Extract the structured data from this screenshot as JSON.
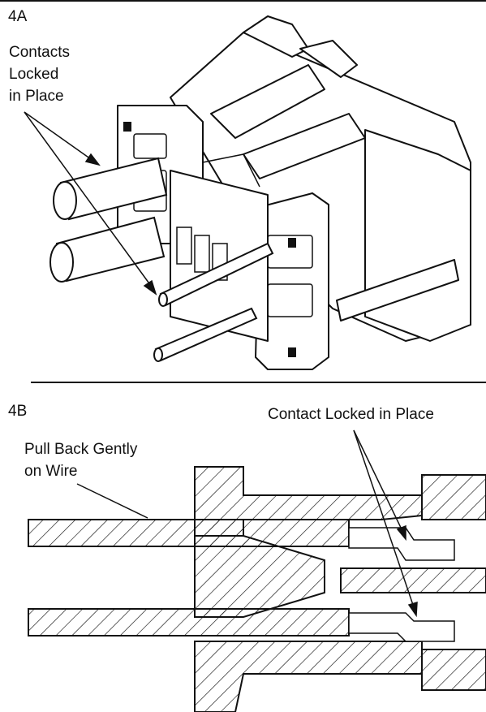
{
  "panel_a": {
    "tag": "4A",
    "callout_lines": [
      "Contacts",
      "Locked",
      "in Place"
    ]
  },
  "panel_b": {
    "tag": "4B",
    "callout_contact": "Contact Locked in Place",
    "callout_pull_lines": [
      "Pull Back Gently",
      "on Wire"
    ]
  }
}
